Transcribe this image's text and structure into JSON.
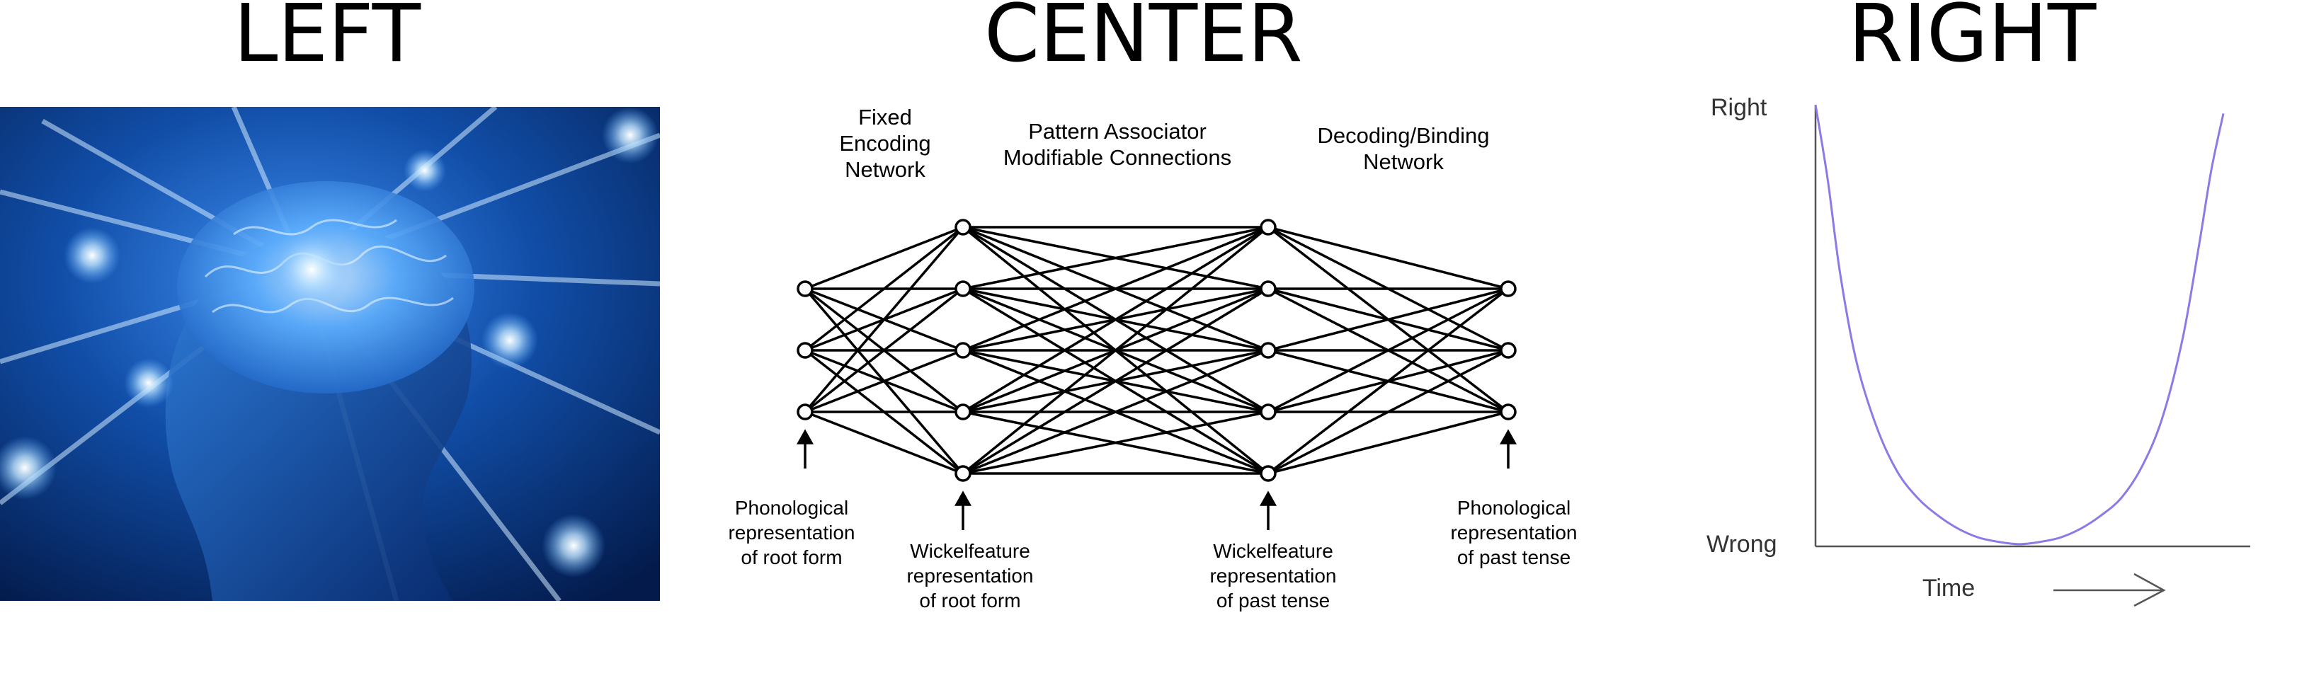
{
  "panels": {
    "left": {
      "title": "LEFT"
    },
    "center": {
      "title": "CENTER"
    },
    "right": {
      "title": "RIGHT"
    }
  },
  "network_diagram": {
    "section_headings": {
      "fixed_encoding": [
        "Fixed",
        "Encoding",
        "Network"
      ],
      "pattern_associator": [
        "Pattern Associator",
        "Modifiable Connections"
      ],
      "decoding_binding": [
        "Decoding/Binding",
        "Network"
      ]
    },
    "layers": {
      "input_phonological": {
        "nodes": 3,
        "label": [
          "Phonological",
          "representation",
          "of root form"
        ]
      },
      "wickelfeature_root": {
        "nodes": 5,
        "label": [
          "Wickelfeature",
          "representation",
          "of root form"
        ]
      },
      "wickelfeature_past": {
        "nodes": 5,
        "label": [
          "Wickelfeature",
          "representation",
          "of past tense"
        ]
      },
      "output_phonological": {
        "nodes": 3,
        "label": [
          "Phonological",
          "representation",
          "of past tense"
        ]
      }
    }
  },
  "chart_data": {
    "type": "line",
    "title": "",
    "xlabel": "Time",
    "ylabel": "",
    "y_tick_labels": {
      "top": "Right",
      "bottom": "Wrong"
    },
    "x": [
      0,
      0.03,
      0.06,
      0.1,
      0.15,
      0.2,
      0.25,
      0.3,
      0.35,
      0.4,
      0.45,
      0.5,
      0.55,
      0.6,
      0.65,
      0.7,
      0.75,
      0.8,
      0.85,
      0.9,
      0.94,
      0.97,
      1.0
    ],
    "series": [
      {
        "values": [
          1.0,
          0.83,
          0.62,
          0.42,
          0.27,
          0.17,
          0.11,
          0.07,
          0.04,
          0.02,
          0.01,
          0.005,
          0.01,
          0.02,
          0.04,
          0.07,
          0.11,
          0.18,
          0.29,
          0.47,
          0.68,
          0.85,
          0.98
        ]
      }
    ],
    "xlim": [
      0,
      1
    ],
    "ylim": [
      0,
      1
    ],
    "line_color": "#8c7ae6",
    "axis_color": "#555555",
    "x_arrow": true
  }
}
